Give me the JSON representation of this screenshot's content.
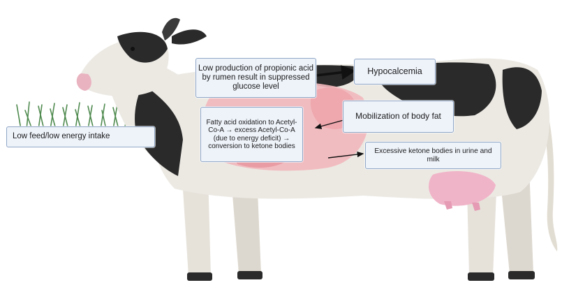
{
  "labels": {
    "feed": "Low feed/low energy intake",
    "propionic": "Low production of propionic acid by rumen result in suppressed glucose level",
    "hypocalcemia": "Hypocalcemia",
    "fatty_acid": "Fatty acid oxidation to Acetyl-Co-A → excess Acetyl-Co-A (due to energy deficit) → conversion to ketone bodies",
    "mobilization": "Mobilization of body fat",
    "ketone": "Excessive ketone bodies in urine and milk"
  },
  "colors": {
    "cow_body": "#ece9e3",
    "cow_spot": "#2a2a2a",
    "nose": "#e9b3c0",
    "udder": "#f0b4c8",
    "organs": "#f2b7bb",
    "grass": "#4f8a4f",
    "box_fill": "#eef3fa",
    "box_border": "#8fa6c6"
  }
}
